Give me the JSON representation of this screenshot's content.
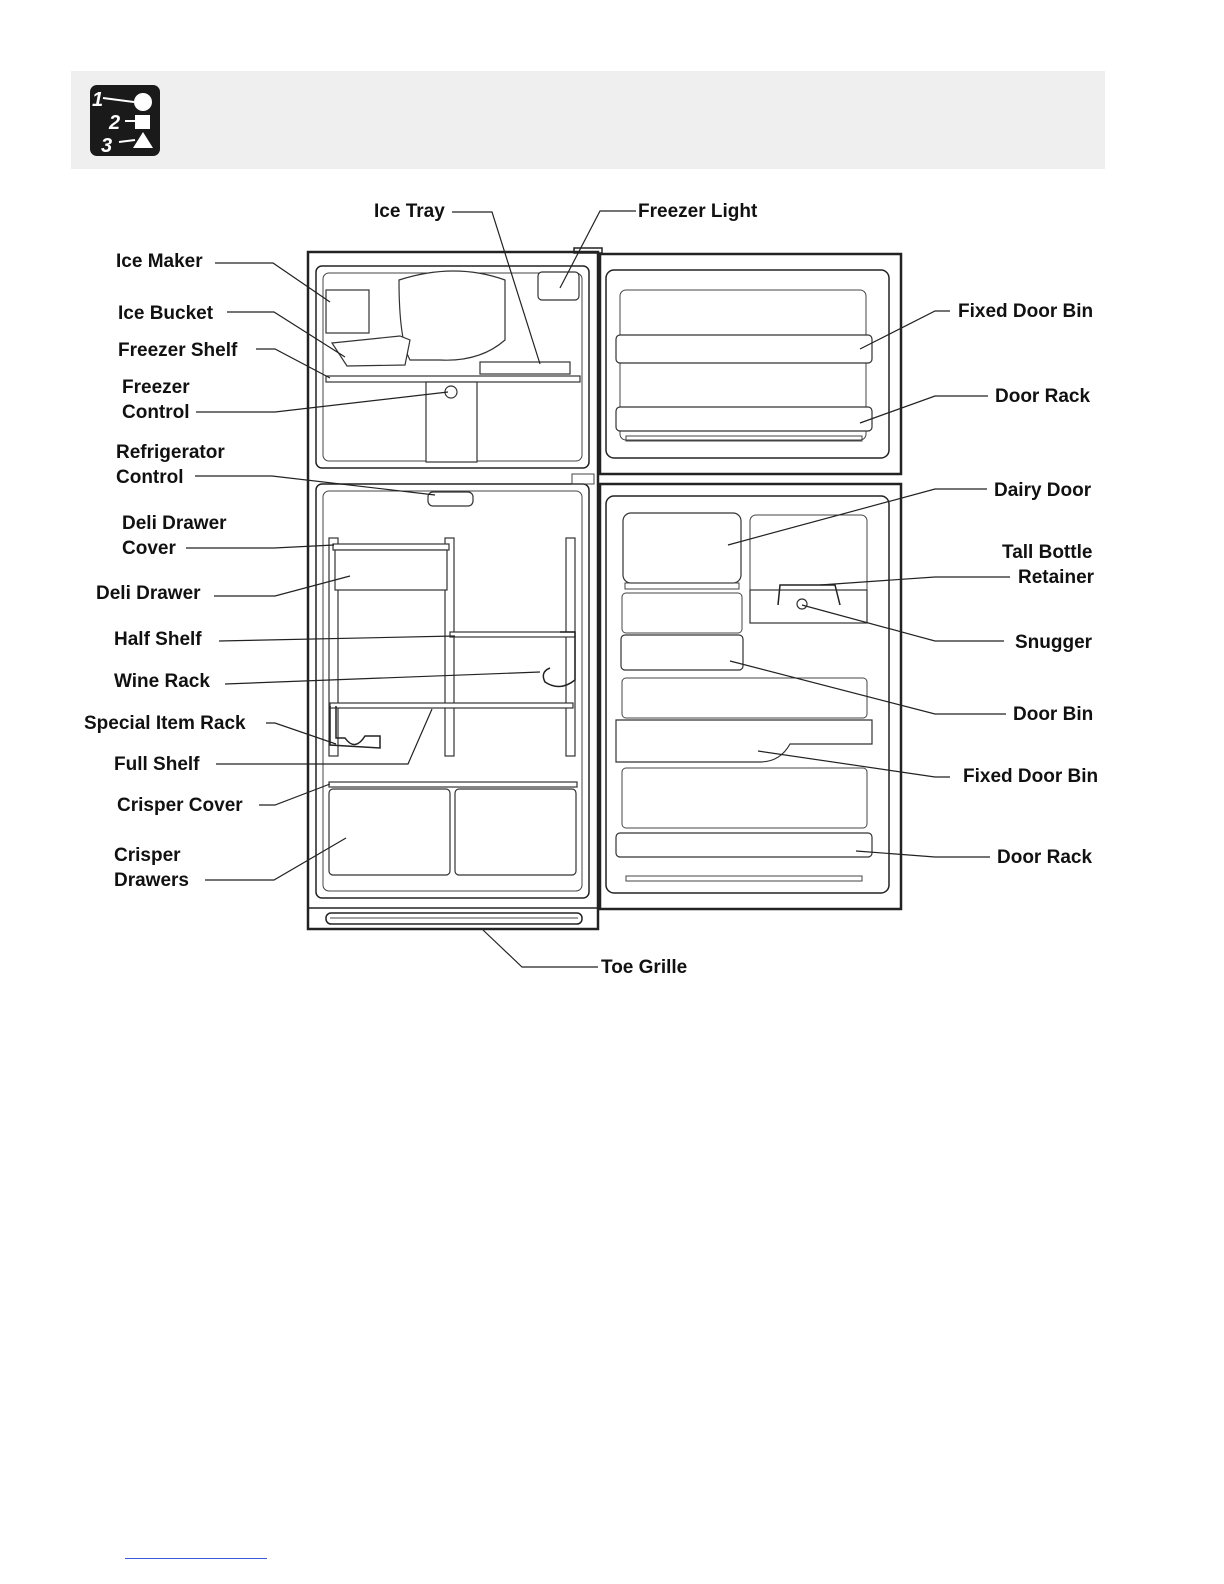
{
  "labels": {
    "ice_tray": "Ice Tray",
    "freezer_light": "Freezer Light",
    "ice_maker": "Ice Maker",
    "ice_bucket": "Ice Bucket",
    "freezer_shelf": "Freezer Shelf",
    "freezer_control_1": "Freezer",
    "freezer_control_2": "Control",
    "refrigerator_control_1": "Refrigerator",
    "refrigerator_control_2": "Control",
    "deli_drawer_cover_1": "Deli Drawer",
    "deli_drawer_cover_2": "Cover",
    "deli_drawer": "Deli Drawer",
    "half_shelf": "Half Shelf",
    "wine_rack": "Wine Rack",
    "special_item_rack": "Special Item Rack",
    "full_shelf": "Full Shelf",
    "crisper_cover": "Crisper Cover",
    "crisper_drawers_1": "Crisper",
    "crisper_drawers_2": "Drawers",
    "toe_grille": "Toe Grille",
    "fixed_door_bin_top": "Fixed Door Bin",
    "door_rack_top": "Door Rack",
    "dairy_door": "Dairy Door",
    "tall_bottle_retainer_1": "Tall Bottle",
    "tall_bottle_retainer_2": "Retainer",
    "snugger": "Snugger",
    "door_bin": "Door Bin",
    "fixed_door_bin_bottom": "Fixed Door Bin",
    "door_rack_bottom": "Door Rack"
  },
  "badge": {
    "step_1": "1",
    "step_2": "2",
    "step_3": "3"
  },
  "colors": {
    "header_band": "#efefef",
    "badge": "#1a1a1a",
    "line": "#222222"
  }
}
